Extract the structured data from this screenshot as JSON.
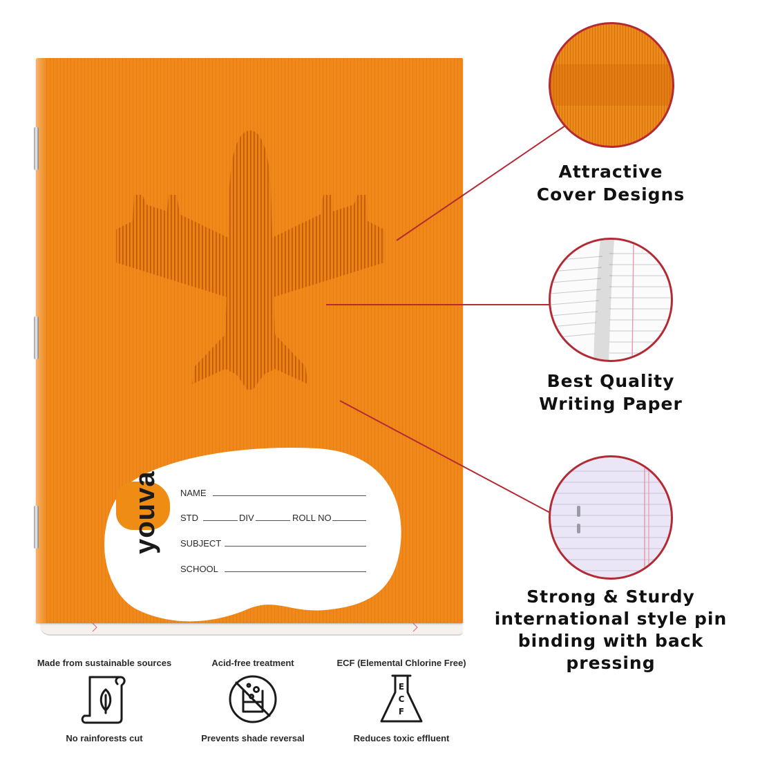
{
  "label": {
    "brand": "youva",
    "fields": {
      "name": "NAME",
      "std": "STD",
      "div": "DIV",
      "roll_no": "ROLL NO",
      "subject": "SUBJECT",
      "school": "SCHOOL"
    }
  },
  "callouts": [
    {
      "line1": "Attractive",
      "line2": "Cover Designs"
    },
    {
      "line1": "Best Quality",
      "line2": "Writing Paper"
    },
    {
      "line1": "Strong & Sturdy",
      "line2": "international style pin",
      "line3": "binding with back pressing"
    }
  ],
  "features": [
    {
      "title": "Made from sustainable sources",
      "caption": "No rainforests cut",
      "icon": "leaf-document-icon"
    },
    {
      "title": "Acid-free treatment",
      "caption": "Prevents shade reversal",
      "icon": "no-acid-beaker-icon"
    },
    {
      "title": "ECF (Elemental Chlorine Free)",
      "caption": "Reduces toxic effluent",
      "icon": "ecf-flask-icon",
      "icon_letters": [
        "E",
        "C",
        "F"
      ]
    }
  ],
  "colors": {
    "cover_orange": "#f0891a",
    "callout_line": "#b32a34",
    "logo_orange": "#ef8c14"
  }
}
